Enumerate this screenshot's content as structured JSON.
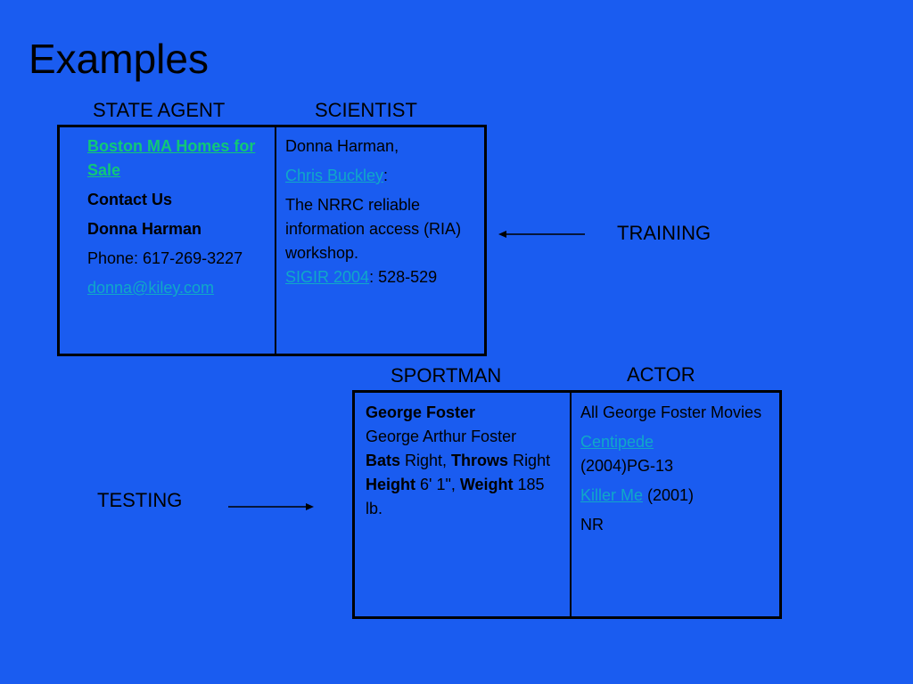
{
  "title": "Examples",
  "labels": {
    "state_agent": "STATE AGENT",
    "scientist": "SCIENTIST",
    "training": "TRAINING",
    "sportman": "SPORTMAN",
    "actor": "ACTOR",
    "testing": "TESTING"
  },
  "table1": {
    "agent": {
      "link": "Boston MA Homes for Sale",
      "contact": "Contact Us",
      "name": "Donna Harman",
      "phone": "Phone: 617-269-3227",
      "email": "donna@kiley.com"
    },
    "scientist": {
      "name": "Donna Harman,",
      "coauthor": "Chris Buckley",
      "coauthor_suffix": ":",
      "paper": " The NRRC reliable information access (RIA) workshop.",
      "venue": "SIGIR 2004",
      "pages": ": 528-529"
    }
  },
  "table2": {
    "sportman": {
      "name": "George Foster",
      "full_name": "George Arthur Foster",
      "bats_label": "Bats",
      "bats_value": " Right, ",
      "throws_label": "Throws",
      "throws_value": " Right",
      "height_label": "Height",
      "height_value": " 6' 1\", ",
      "weight_label": "Weight",
      "weight_value": " 185 lb."
    },
    "actor": {
      "heading": "All George Foster Movies",
      "movie1_title": " Centipede",
      "movie1_info": "(2004)PG-13",
      "movie2_title": "Killer Me",
      "movie2_info": " (2001)",
      "movie2_rating": "NR"
    }
  },
  "colors": {
    "background": "#1a5cf0",
    "link": "#10c878"
  }
}
